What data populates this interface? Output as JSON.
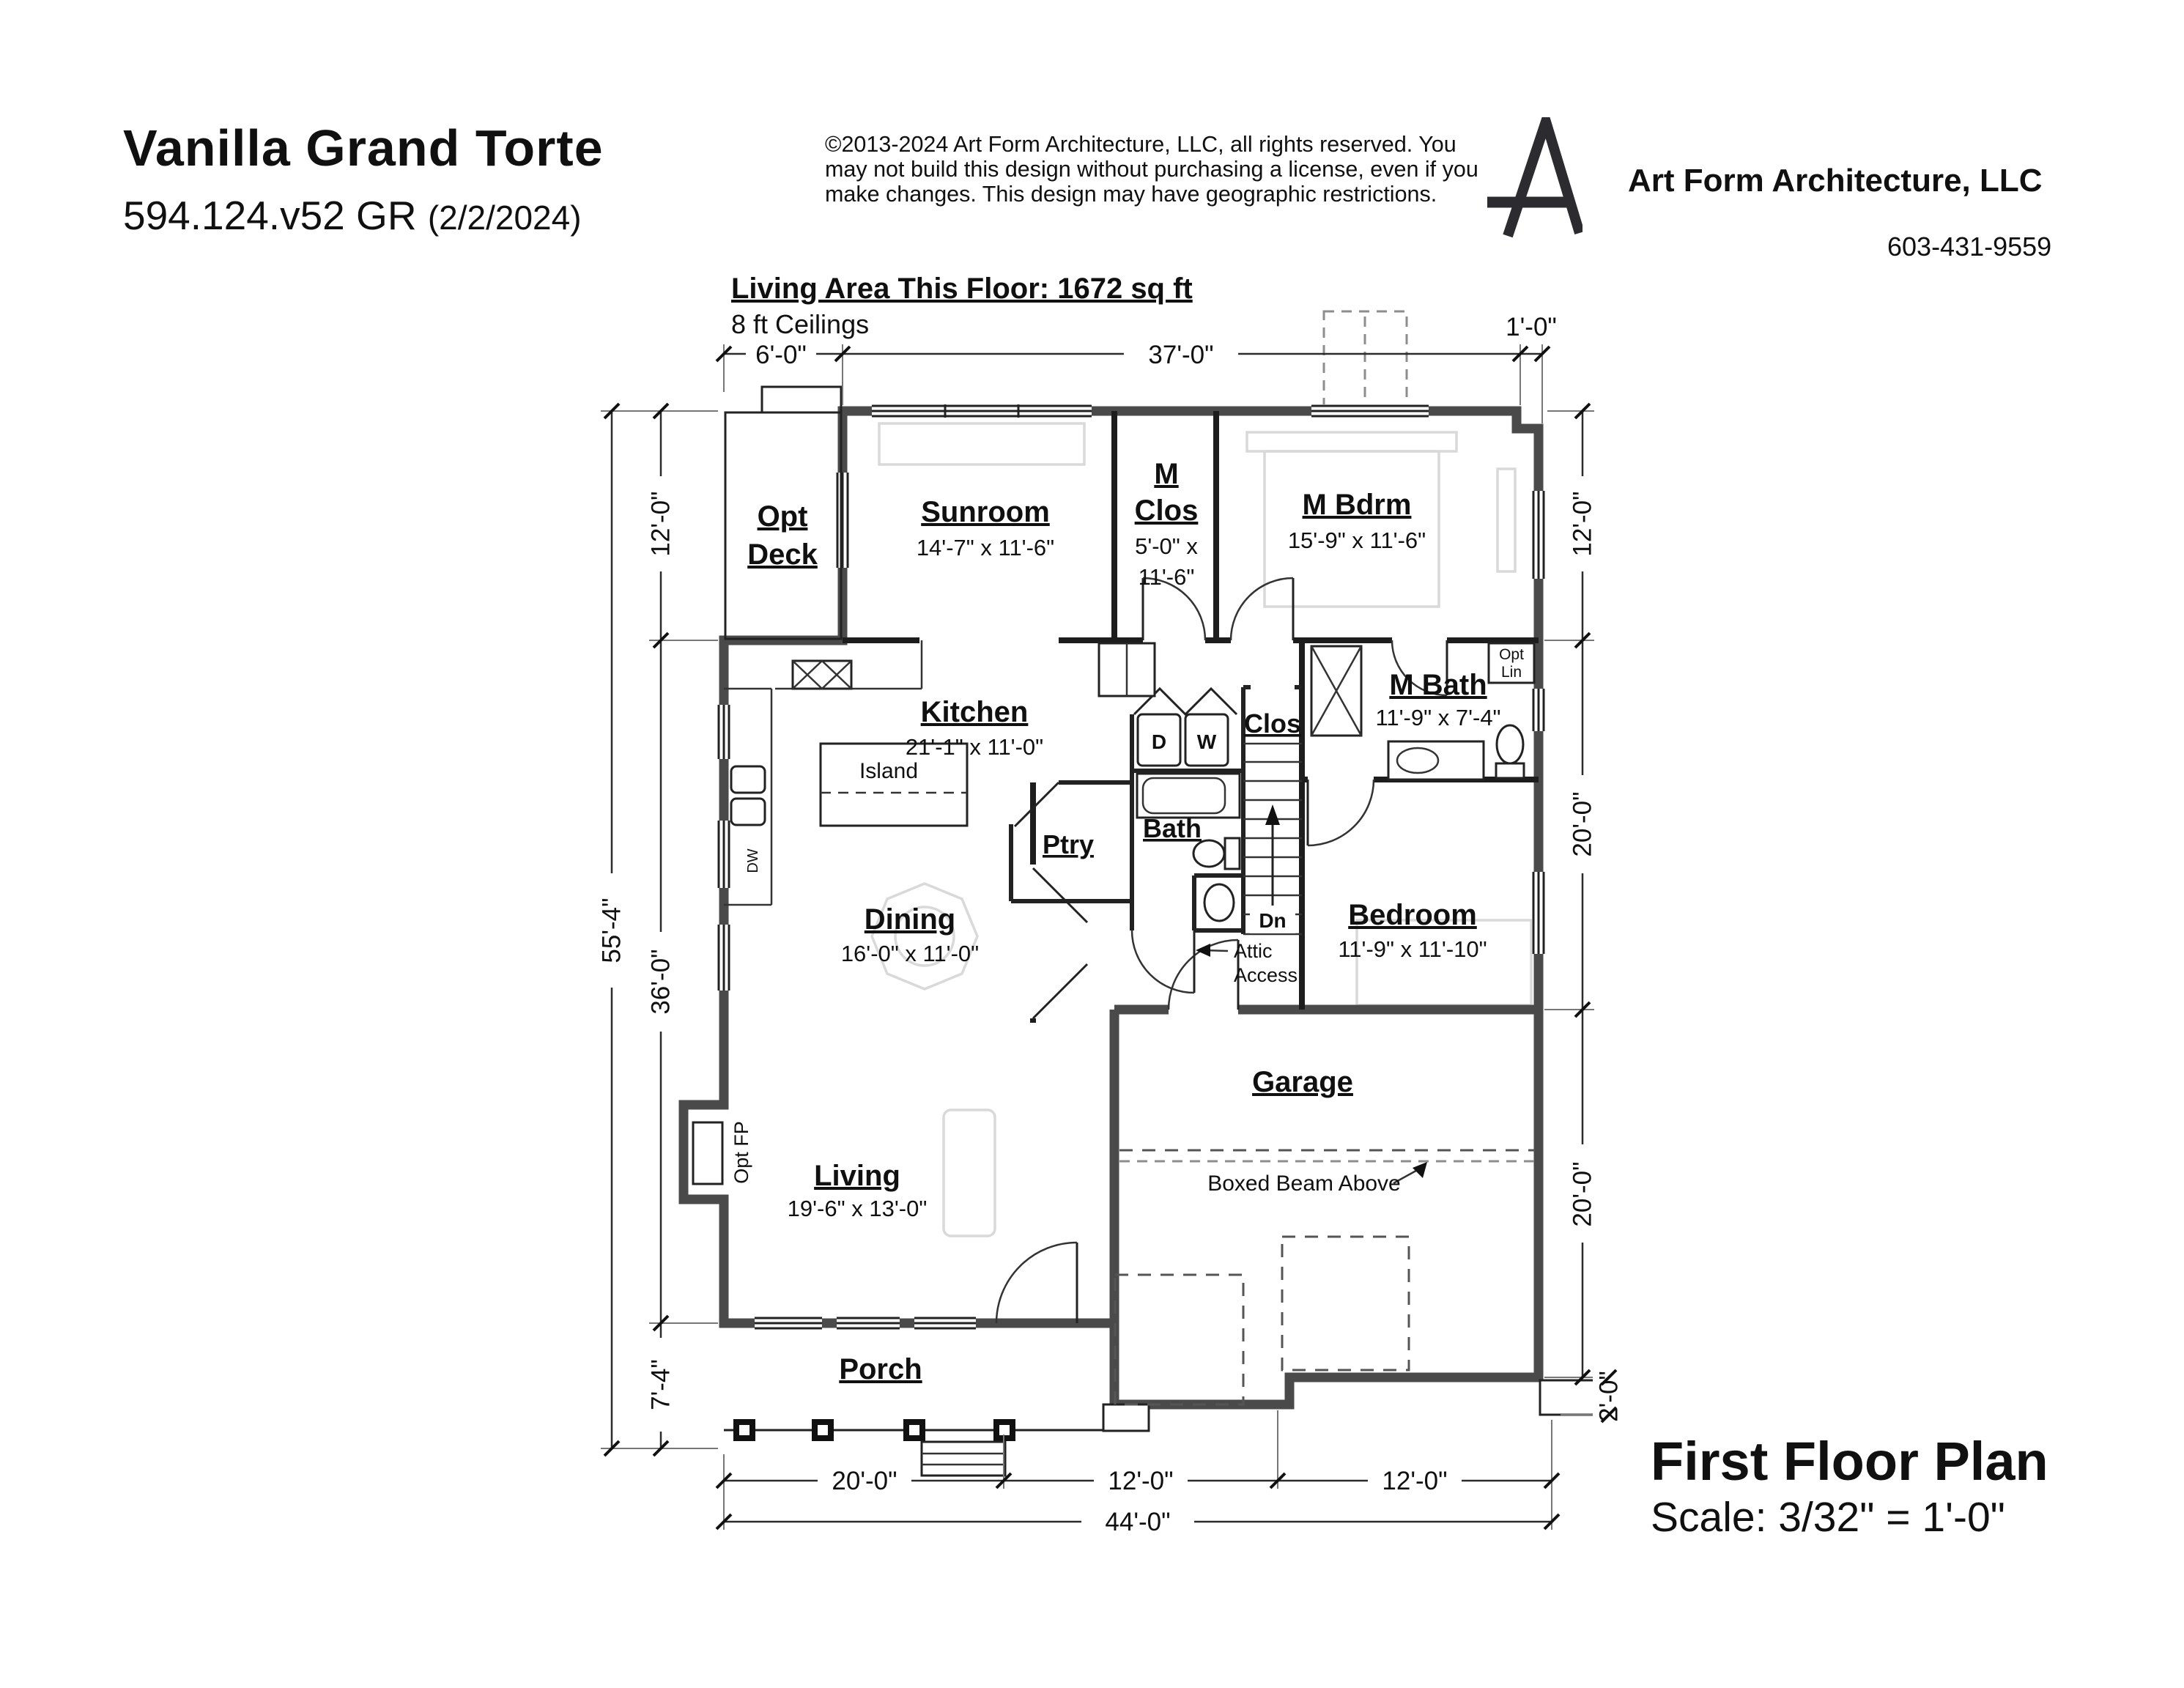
{
  "header": {
    "title": "Vanilla Grand Torte",
    "plan_code": "594.124.v52 GR",
    "plan_date": "(2/2/2024)",
    "copyright_line_1": "©2013-2024 Art Form Architecture, LLC, all rights reserved. You",
    "copyright_line_2": "may not build this design without purchasing a license, even if you",
    "copyright_line_3": "make changes. This design may have geographic restrictions.",
    "company": "Art Form Architecture, LLC",
    "phone": "603-431-9559"
  },
  "info": {
    "living_area": "Living Area This Floor: 1672 sq ft",
    "ceilings": "8 ft Ceilings"
  },
  "rooms": {
    "opt_deck_1": "Opt",
    "opt_deck_2": "Deck",
    "sunroom": "Sunroom",
    "sunroom_dims": "14'-7\" x 11'-6\"",
    "m_clos_1": "M",
    "m_clos_2": "Clos",
    "m_clos_dims_1": "5'-0\" x",
    "m_clos_dims_2": "11'-6\"",
    "m_bdrm": "M Bdrm",
    "m_bdrm_dims": "15'-9\" x 11'-6\"",
    "kitchen": "Kitchen",
    "kitchen_dims": "21'-1\" x 11'-0\"",
    "m_bath": "M Bath",
    "m_bath_dims": "11'-9\" x 7'-4\"",
    "clos": "Clos",
    "bath": "Bath",
    "ptry": "Ptry",
    "bedroom": "Bedroom",
    "bedroom_dims": "11'-9\" x 11'-10\"",
    "dining": "Dining",
    "dining_dims": "16'-0\" x 11'-0\"",
    "garage": "Garage",
    "living": "Living",
    "living_dims": "19'-6\" x 13'-0\"",
    "porch": "Porch"
  },
  "labels": {
    "island": "Island",
    "dryer": "D",
    "washer": "W",
    "dw": "DW",
    "dn": "Dn",
    "opt_lin_1": "Opt",
    "opt_lin_2": "Lin",
    "attic_1": "Attic",
    "attic_2": "Access",
    "boxed_beam": "Boxed Beam Above",
    "opt_fp": "Opt FP"
  },
  "dims": {
    "top_deck": "6'-0\"",
    "top_main": "37'-0\"",
    "top_jog": "1'-0\"",
    "left_total": "55'-4\"",
    "left_top": "12'-0\"",
    "left_mid": "36'-0\"",
    "left_porch": "7'-4\"",
    "right_top": "12'-0\"",
    "right_mid": "20'-0\"",
    "right_low": "20'-0\"",
    "right_step": "2'-0\"",
    "bottom_porch": "20'-0\"",
    "bottom_gar1": "12'-0\"",
    "bottom_gar2": "12'-0\"",
    "bottom_total": "44'-0\""
  },
  "footer": {
    "title": "First Floor Plan",
    "scale": "Scale: 3/32\" = 1'-0\""
  }
}
